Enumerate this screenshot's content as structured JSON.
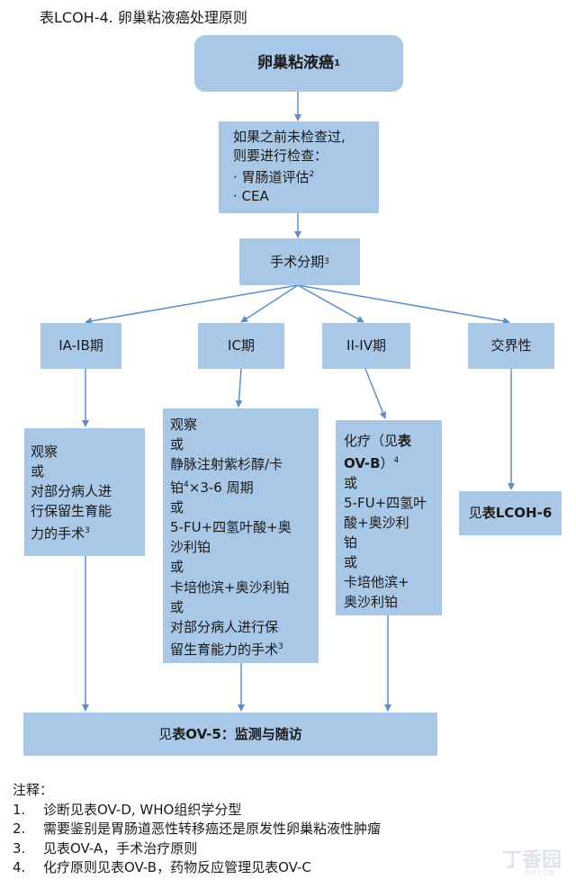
{
  "title": "表LCOH-4. 卵巢粘液癌处理原则",
  "root": {
    "text": "卵巢粘液癌",
    "sup": "1"
  },
  "precheck": {
    "line1": "如果之前未检查过,",
    "line2": "则要进行检查：",
    "line3": "· 胃肠道评估",
    "line3_sup": "2",
    "line4": "· CEA"
  },
  "staging": {
    "text": "手术分期",
    "sup": "3"
  },
  "stages": {
    "s1": "IA-IB期",
    "s2": "IC期",
    "s3": "II-IV期",
    "s4": "交界性"
  },
  "mgmt_ia": {
    "l1": "观察",
    "l2": "或",
    "l3": "对部分病人进",
    "l4": "行保留生育能",
    "l5": "力的手术",
    "l5_sup": "3"
  },
  "mgmt_ic": {
    "l1": "观察",
    "l2": "或",
    "l3": "静脉注射紫杉醇/卡",
    "l4a": "铂",
    "l4_sup": "4",
    "l4b": "×3-6 周期",
    "l5": "或",
    "l6": "5-FU+四氢叶酸+奥",
    "l7": "沙利铂",
    "l8": "或",
    "l9": "卡培他滨+奥沙利铂",
    "l10": "或",
    "l11": "对部分病人进行保",
    "l12": "留生育能力的手术",
    "l12_sup": "3"
  },
  "mgmt_ii": {
    "l1a": "化疗（见",
    "l1b": "表",
    "l2a": "OV-B",
    "l2b": "）",
    "l2_sup": "4",
    "l3": "或",
    "l4": "5-FU+四氢叶",
    "l5": "酸+奥沙利",
    "l6": "铂",
    "l7": "或",
    "l8": "卡培他滨+",
    "l9": "奥沙利铂"
  },
  "mgmt_border": {
    "a": "见",
    "b": "表LCOH-6"
  },
  "followup": {
    "a": "见",
    "b": "表OV-5：监测与随访"
  },
  "notes": {
    "heading": "注释：",
    "items": [
      {
        "num": "1.",
        "text": "诊断见表OV-D, WHO组织学分型"
      },
      {
        "num": "2.",
        "text": "需要鉴别是胃肠道恶性转移癌还是原发性卵巢粘液性肿瘤"
      },
      {
        "num": "3.",
        "text": "见表OV-A，手术治疗原则"
      },
      {
        "num": "4.",
        "text": "化疗原则见表OV-B，药物反应管理见表OV-C"
      }
    ]
  },
  "watermark": {
    "main": "丁香园",
    "sub": "DXY.CN"
  },
  "colors": {
    "box_fill": "#a9c7e6",
    "arrow": "#5b8fc8"
  }
}
